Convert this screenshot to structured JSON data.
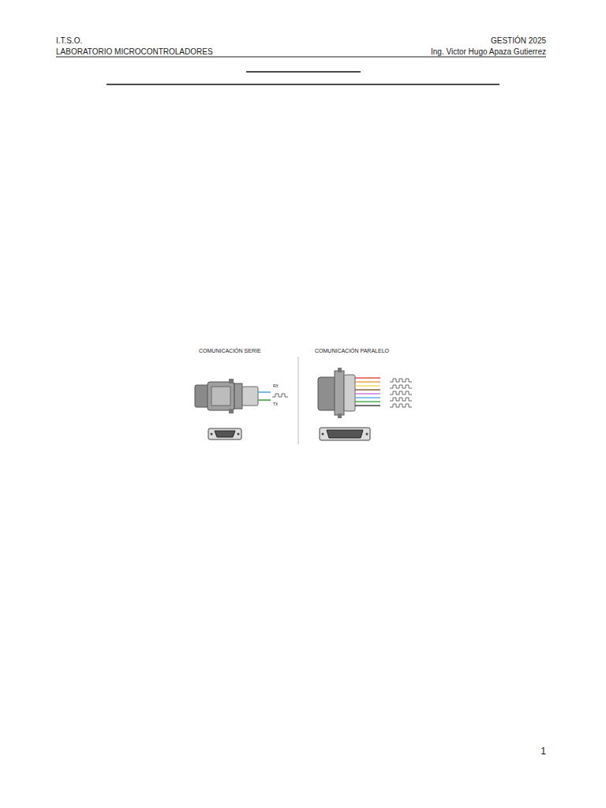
{
  "diagram": {
    "labels": [
      "I.T.S.O.",
      "GESTIÓN 2025",
      "LABORATORIO MICROCONTROLADORES",
      "Ing. Victor Hugo Apaza Gutierrez",
      "COMUNICACIÓN SERIE",
      "COMUNICACIÓN PARALELO",
      "RX",
      "TX",
      "1"
    ]
  }
}
